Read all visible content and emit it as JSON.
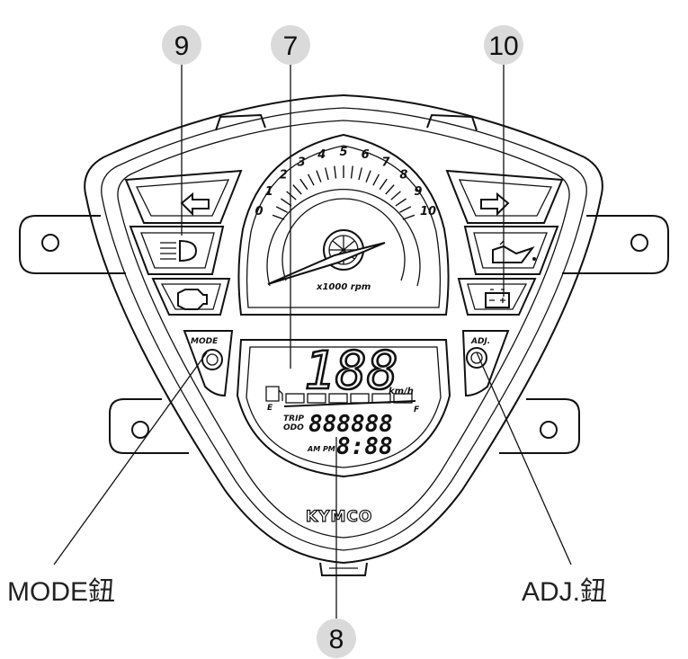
{
  "callouts": [
    {
      "number": "9"
    },
    {
      "number": "7"
    },
    {
      "number": "10"
    },
    {
      "number": "8"
    }
  ],
  "labels": {
    "mode_button": "MODE鈕",
    "adj_button": "ADJ.鈕"
  },
  "tachometer": {
    "ticks": [
      "0",
      "1",
      "2",
      "3",
      "4",
      "5",
      "6",
      "7",
      "8",
      "9",
      "10"
    ],
    "unit": "x1000 rpm"
  },
  "panel": {
    "mode_text": "MODE",
    "adj_text": "ADJ.",
    "brand": "KYMCO"
  },
  "lcd": {
    "speed": "188",
    "speed_unit": "km/h",
    "fuel_e": "E",
    "fuel_f": "F",
    "trip_label": "TRIP",
    "odo_label": "ODO",
    "odometer": "888888",
    "ampm": "AM PM",
    "clock": "8:88"
  },
  "icons": [
    "left-turn-signal-icon",
    "high-beam-icon",
    "engine-check-icon",
    "right-turn-signal-icon",
    "oil-warning-icon",
    "battery-icon"
  ]
}
